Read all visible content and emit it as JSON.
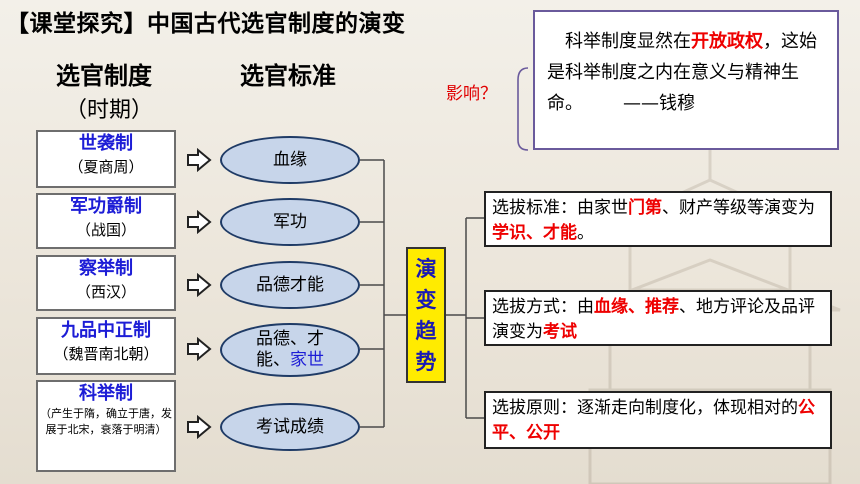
{
  "title": "【课堂探究】中国古代选官制度的演变",
  "headers": {
    "system": "选官制度",
    "period": "（时期）",
    "standard": "选官标准"
  },
  "systems": [
    {
      "name": "世袭制",
      "period": "（夏商周）",
      "standard_plain": "血缘",
      "standard_highlight": ""
    },
    {
      "name": "军功爵制",
      "period": "（战国）",
      "standard_plain": "军功",
      "standard_highlight": ""
    },
    {
      "name": "察举制",
      "period": "（西汉）",
      "standard_plain": "品德才能",
      "standard_highlight": ""
    },
    {
      "name": "九品中正制",
      "period": "（魏晋南北朝）",
      "standard_plain": "品德、才能、",
      "standard_highlight": "家世"
    },
    {
      "name": "科举制",
      "period": "（产生于隋，确立于唐，发展于北宋，衰落于明清）",
      "standard_plain": "考试成绩",
      "standard_highlight": ""
    }
  ],
  "trend": [
    "演",
    "变",
    "趋",
    "势"
  ],
  "trend_points": {
    "criteria": {
      "parts": [
        "选拔标准：由家世",
        "门第",
        "、财产等级等演变为",
        "学识、才能",
        "。"
      ]
    },
    "method": {
      "parts": [
        "选拔方式：由",
        "血缘、推荐",
        "、地方评论及品评演变为",
        "考试"
      ]
    },
    "principle": {
      "parts": [
        "选拔原则：逐渐走向制度化，体现相对的",
        "公平、公开"
      ]
    }
  },
  "influence_label": "影响？",
  "quote": {
    "part1": "科举制度显然在",
    "highlight": "开放政权",
    "part2": "，这始是科举制度之内在意义与精神生命。",
    "author": "——钱穆"
  },
  "colors": {
    "blue_text": "#1d1dd6",
    "red_text": "#ee0000",
    "trend_bg": "#ffeb00",
    "ellipse_fill": "#c7d5ea"
  }
}
